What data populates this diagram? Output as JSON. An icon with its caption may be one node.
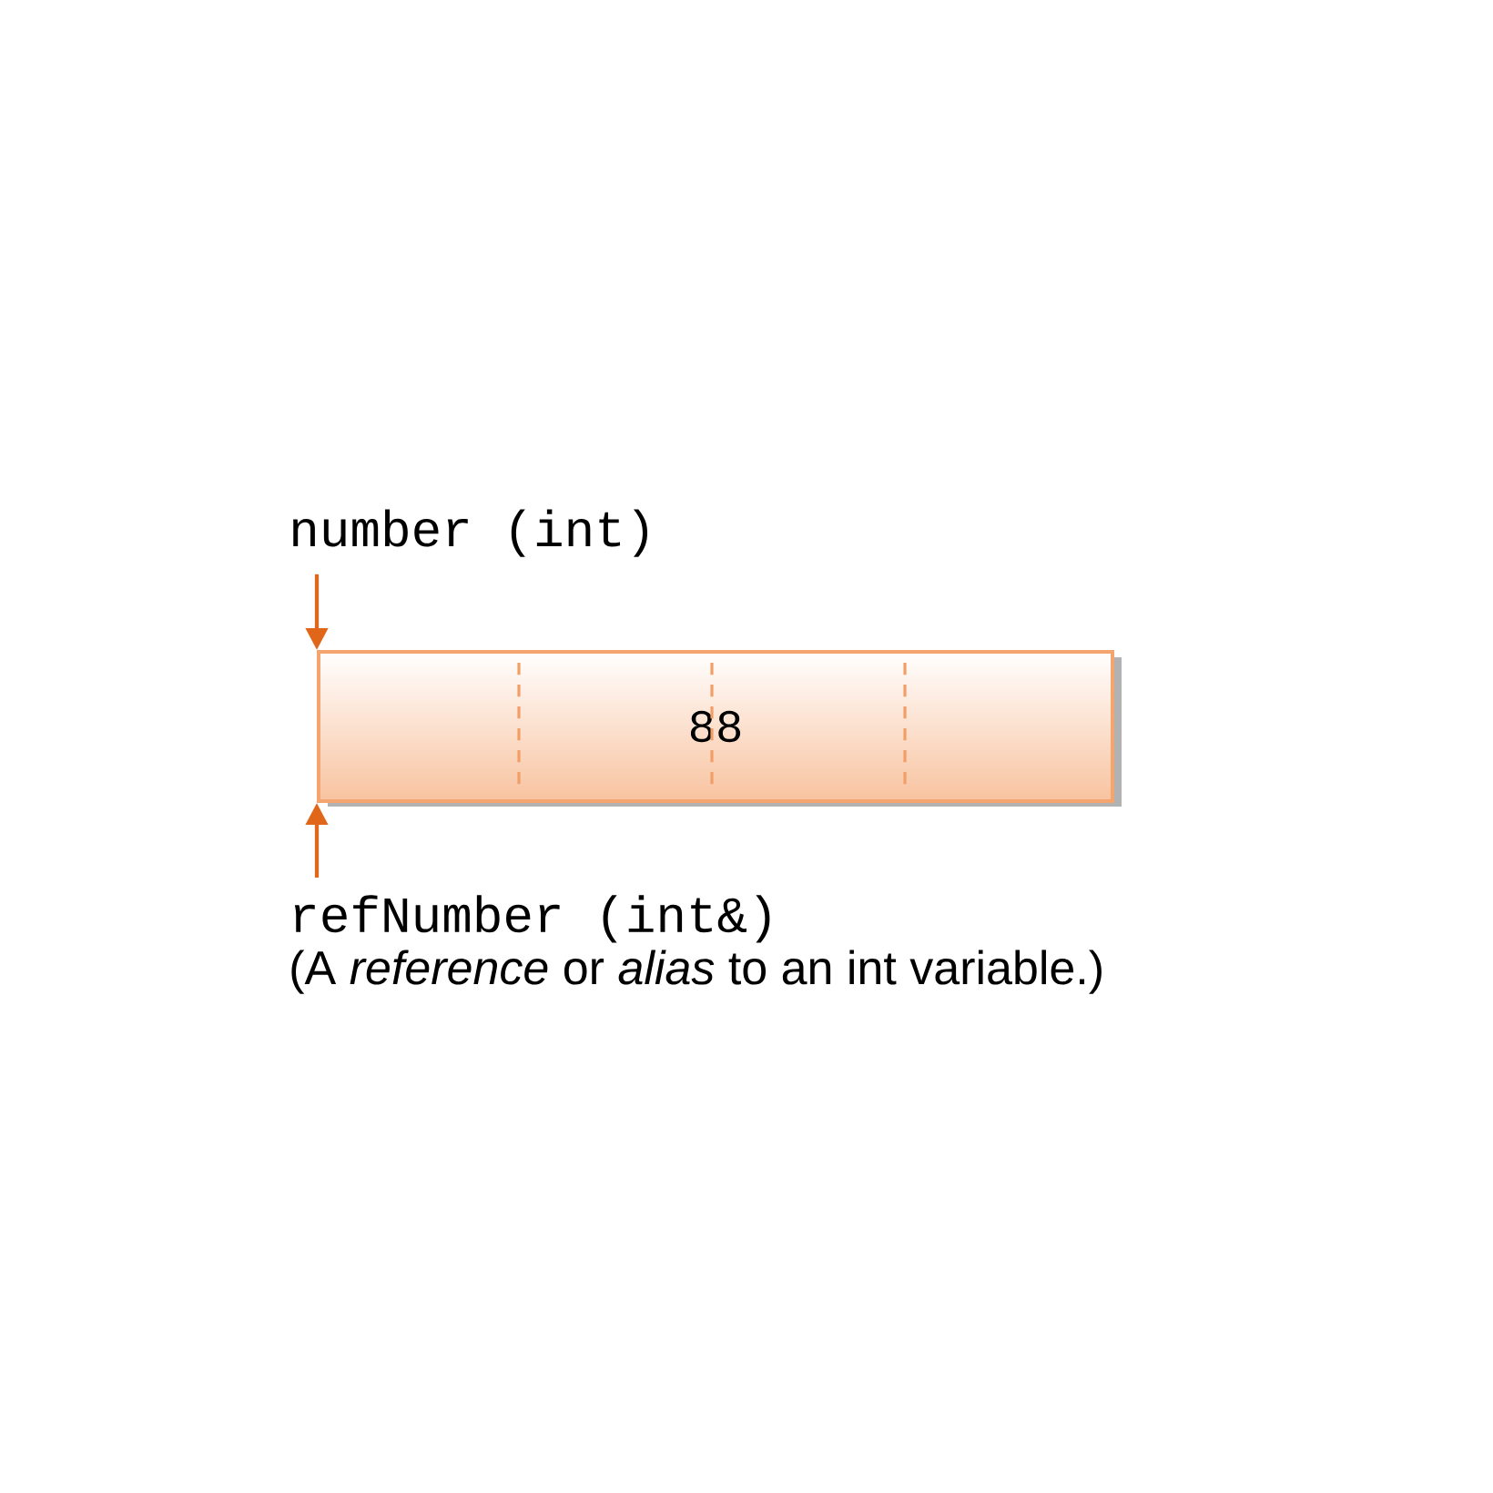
{
  "diagram": {
    "nodes": [
      {
        "text": [
          "number (int)"
        ]
      },
      {
        "text": [
          "88"
        ]
      },
      {
        "text": [
          "refNumber (int&)",
          "(A *reference* or *alias* to an int variable.)"
        ]
      }
    ],
    "edges": [
      {
        "from": 0,
        "to": 1,
        "arrow": "to"
      },
      {
        "from": 2,
        "to": 1,
        "arrow": "to"
      }
    ]
  }
}
